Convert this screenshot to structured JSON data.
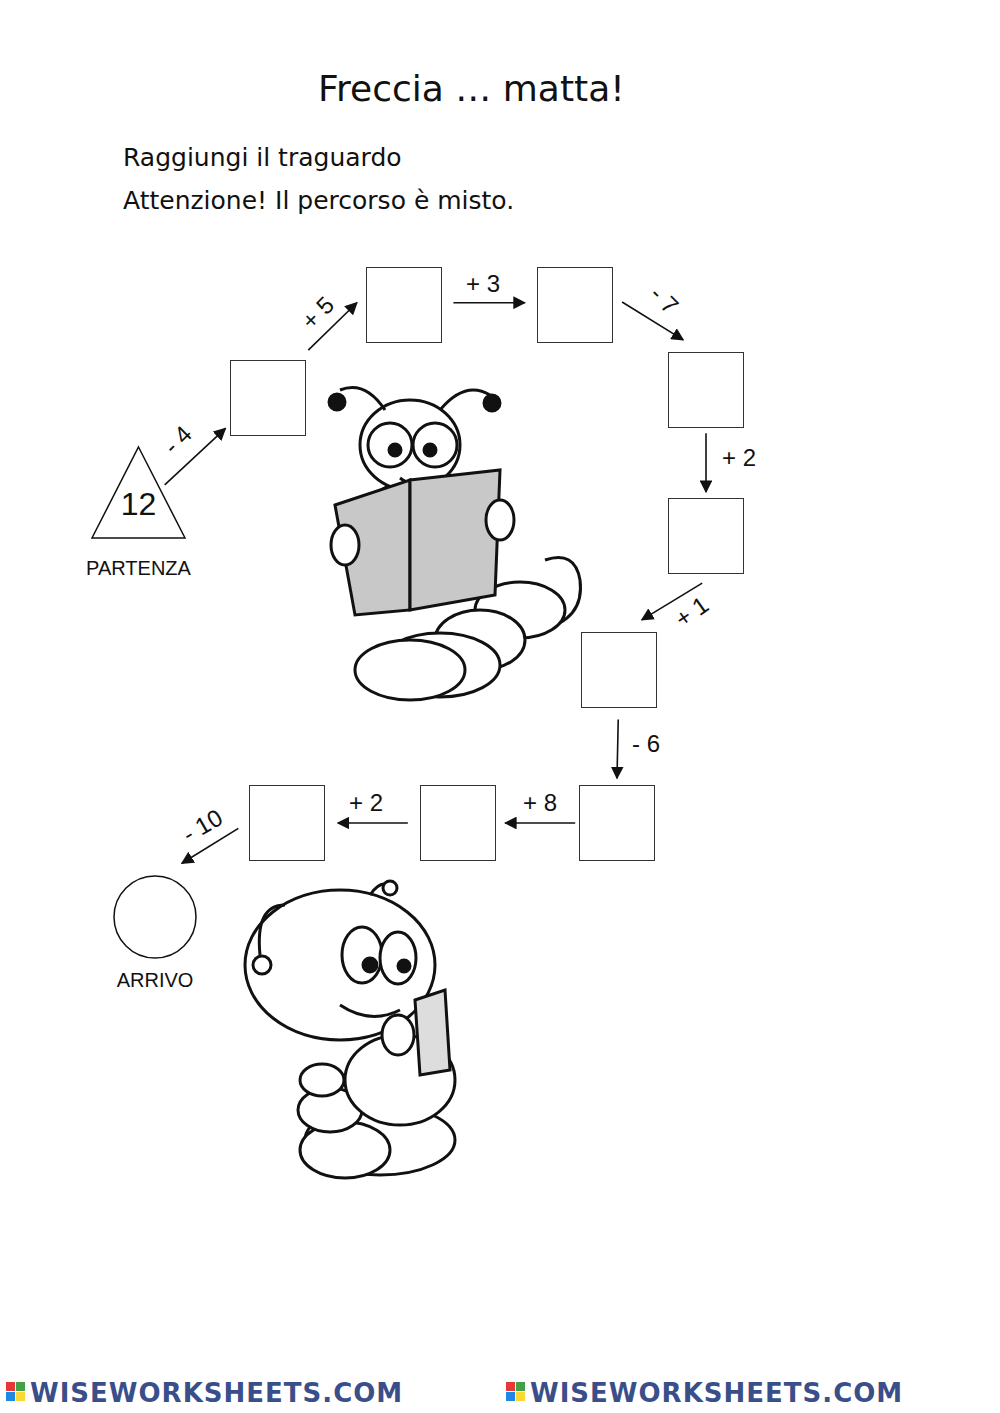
{
  "diagram": {
    "title": "Freccia … matta!",
    "nodes": [
      {
        "text": [
          "12",
          "PARTENZA"
        ]
      },
      {
        "text": []
      },
      {
        "text": []
      },
      {
        "text": []
      },
      {
        "text": []
      },
      {
        "text": []
      },
      {
        "text": []
      },
      {
        "text": []
      },
      {
        "text": []
      },
      {
        "text": []
      },
      {
        "text": [
          "ARRIVO"
        ]
      }
    ],
    "edges": [
      {
        "from": 0,
        "to": 1,
        "arrow": "to",
        "label": "- 4"
      },
      {
        "from": 1,
        "to": 2,
        "arrow": "to",
        "label": "+ 5"
      },
      {
        "from": 2,
        "to": 3,
        "arrow": "to",
        "label": "+ 3"
      },
      {
        "from": 3,
        "to": 4,
        "arrow": "to",
        "label": "- 7"
      },
      {
        "from": 4,
        "to": 5,
        "arrow": "to",
        "label": "+ 2"
      },
      {
        "from": 5,
        "to": 6,
        "arrow": "to",
        "label": "+ 1"
      },
      {
        "from": 6,
        "to": 7,
        "arrow": "to",
        "label": "- 6"
      },
      {
        "from": 7,
        "to": 8,
        "arrow": "to",
        "label": "+ 8"
      },
      {
        "from": 8,
        "to": 9,
        "arrow": "to",
        "label": "+ 2"
      },
      {
        "from": 9,
        "to": 10,
        "arrow": "to",
        "label": "- 10"
      }
    ],
    "labels": [
      "Raggiungi il traguardo",
      "Attenzione! Il percorso è misto.",
      "WISEWORKSHEETS.COM",
      "WISEWORKSHEETS.COM"
    ]
  }
}
